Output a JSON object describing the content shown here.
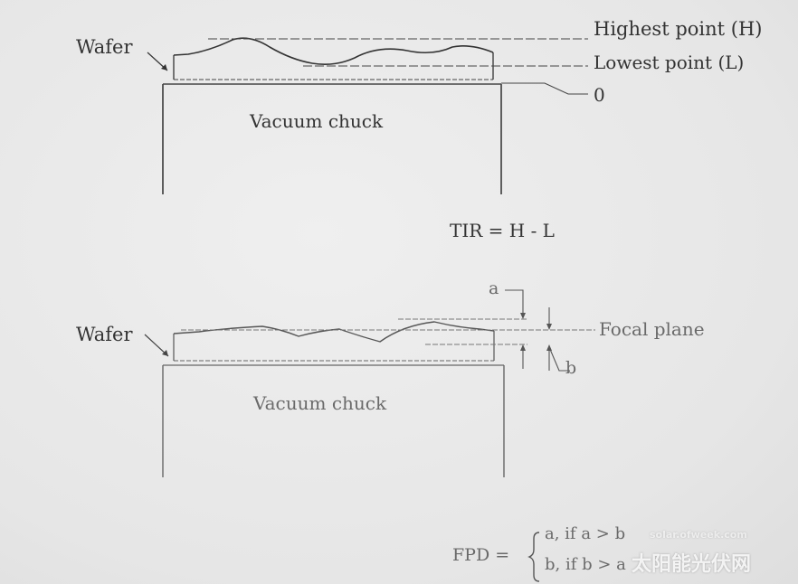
{
  "diagram_top": {
    "wafer_label": "Wafer",
    "chuck_label": "Vacuum chuck",
    "highest_label": "Highest point (H)",
    "lowest_label": "Lowest point (L)",
    "zero_label": "0",
    "formula": "TIR = H - L"
  },
  "diagram_bottom": {
    "wafer_label": "Wafer",
    "chuck_label": "Vacuum chuck",
    "a_label": "a",
    "b_label": "b",
    "focal_label": "Focal plane",
    "formula_lhs": "FPD =",
    "case_a": "a, if a > b",
    "case_b": "b, if b > a"
  },
  "watermark": {
    "text": "太阳能光伏网",
    "url": "solar.ofweek.com"
  }
}
